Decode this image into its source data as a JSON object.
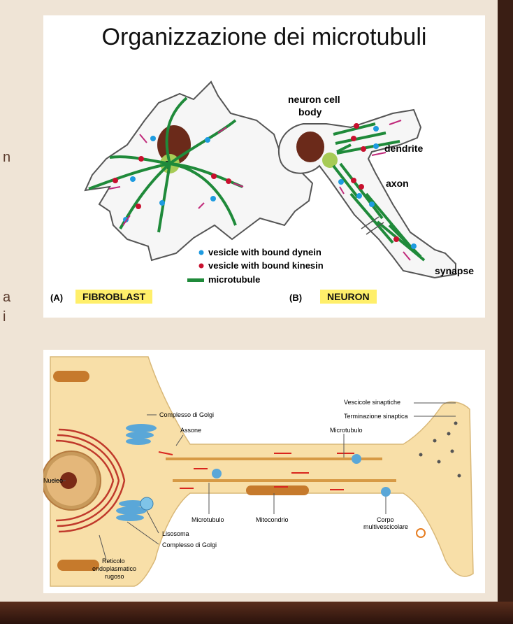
{
  "slide": {
    "left_fragments": [
      "n",
      "a",
      "i"
    ]
  },
  "figure_a": {
    "title": "Organizzazione dei microtubuli",
    "labels": {
      "neuron_cell_body_line1": "neuron cell",
      "neuron_cell_body_line2": "body",
      "dendrite": "dendrite",
      "axon": "axon",
      "synapse": "synapse"
    },
    "legend": [
      {
        "text": "vesicle with bound dynein",
        "color": "#1e9be0"
      },
      {
        "text": "vesicle with bound kinesin",
        "color": "#c8102e"
      },
      {
        "text": "microtubule",
        "color": "#1f8a3a"
      }
    ],
    "panel_a_letter": "(A)",
    "panel_a_name": "FIBROBLAST",
    "panel_b_letter": "(B)",
    "panel_b_name": "NEURON"
  },
  "figure_b": {
    "labels": {
      "vescicole_sinaptiche": "Vescicole sinaptiche",
      "complesso_golgi_top": "Complesso di Golgi",
      "terminazione_sinaptica": "Terminazione sinaptica",
      "assone": "Assone",
      "microtubulo_top": "Microtubulo",
      "nucleo": "Nucleo",
      "microtubulo_bottom": "Microtubulo",
      "mitocondrio": "Mitocondrio",
      "corpo_line1": "Corpo",
      "corpo_line2": "multivescicolare",
      "lisosoma": "Lisosoma",
      "complesso_golgi_bottom": "Complesso di Golgi",
      "reticolo_line1": "Reticolo",
      "reticolo_line2": "endoplasmatico",
      "reticolo_line3": "rugoso"
    }
  },
  "colors": {
    "microtubule": "#1f8a3a",
    "dynein": "#1e9be0",
    "kinesin": "#c8102e",
    "cell_fill": "#f8dfa8",
    "nucleus": "#6b2a1a"
  }
}
